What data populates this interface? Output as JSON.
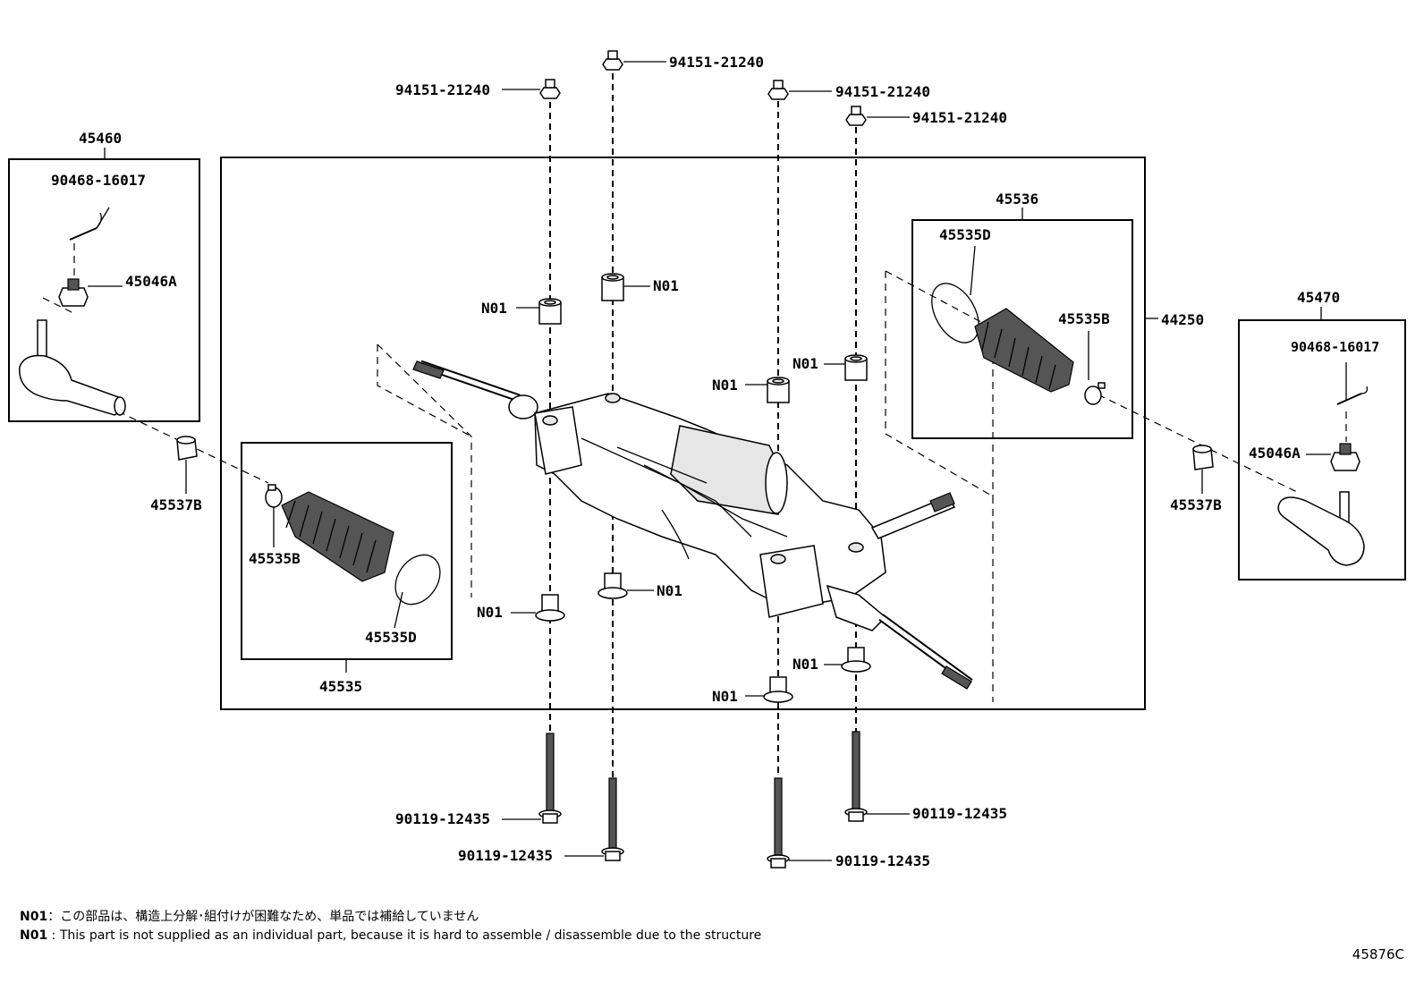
{
  "labels": {
    "nut_top_1": "94151-21240",
    "nut_top_2": "94151-21240",
    "nut_top_3": "94151-21240",
    "nut_top_4": "94151-21240",
    "tie_rod_end_lh": "45460",
    "cotter_pin_lh": "90468-16017",
    "nut_lh": "45046A",
    "bushing_lh": "45537B",
    "boot_set_lh": "45535",
    "clamp_lh": "45535B",
    "ring_lh": "45535D",
    "gear_assy": "44250",
    "boot_set_rh": "45536",
    "ring_rh": "45535D",
    "clamp_rh": "45535B",
    "tie_rod_end_rh": "45470",
    "cotter_pin_rh": "90468-16017",
    "nut_rh": "45046A",
    "bushing_rh": "45537B",
    "n01_a": "N01",
    "n01_b": "N01",
    "n01_c": "N01",
    "n01_d": "N01",
    "n01_e": "N01",
    "n01_f": "N01",
    "n01_g": "N01",
    "n01_h": "N01",
    "bolt_1": "90119-12435",
    "bolt_2": "90119-12435",
    "bolt_3": "90119-12435",
    "bolt_4": "90119-12435"
  },
  "notes": {
    "jp_code": "N01",
    "jp_text": "：この部品は、構造上分解･組付けが困難なため、単品では補給していません",
    "en_code": "N01",
    "en_text": " : This part is not supplied as an individual part, because it is hard to assemble / disassemble due to the structure"
  },
  "figure_id": "45876C"
}
